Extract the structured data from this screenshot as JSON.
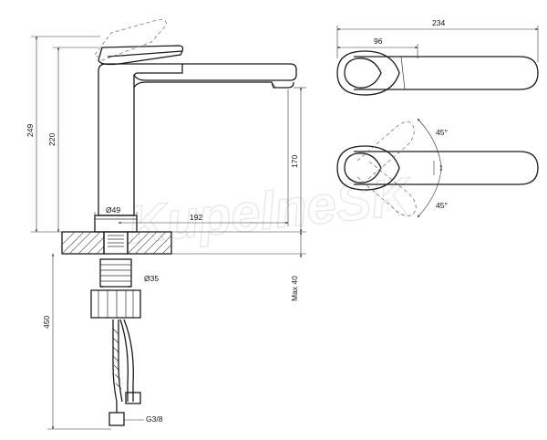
{
  "watermark": "KupelneSK",
  "dimensions": {
    "total_height": "249",
    "body_height": "220",
    "spout_height": "170",
    "spout_reach": "192",
    "base_diameter": "Ø49",
    "shank_diameter": "Ø35",
    "max_deck": "Max 40",
    "hose_length": "450",
    "thread": "G3/8",
    "handle_total_length": "234",
    "handle_head": "96",
    "angle_upper": "45°",
    "angle_lower": "45°"
  }
}
